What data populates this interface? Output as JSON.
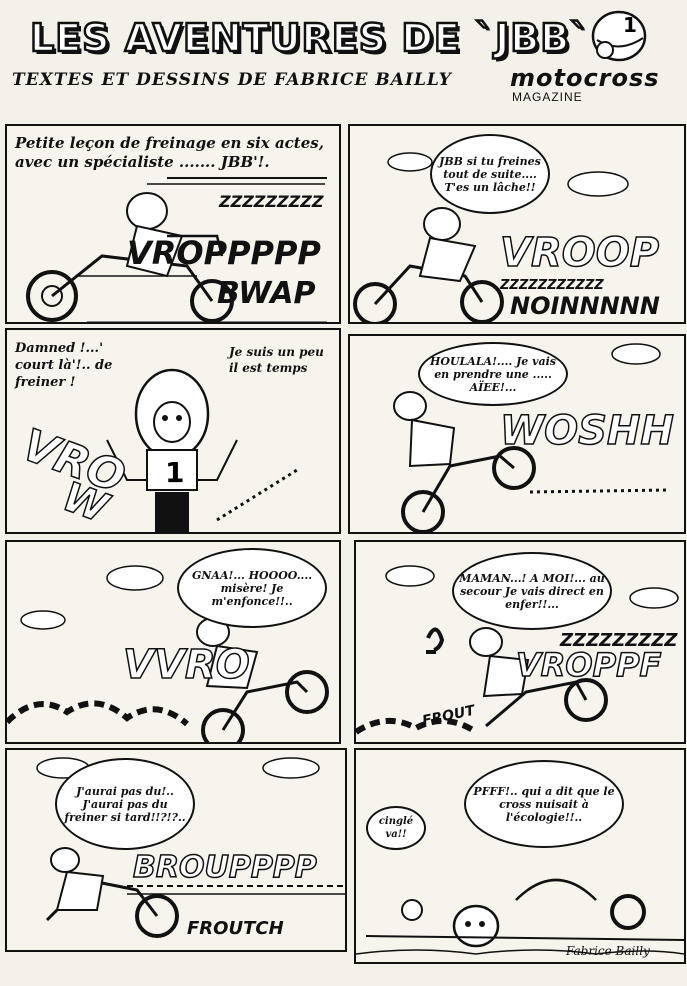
{
  "header": {
    "title": "LES AVENTURES DE `JBB`",
    "credits": "TEXTES ET DESSINS DE FABRICE BAILLY",
    "magazine_name": "motocross",
    "magazine_sub": "MAGAZINE",
    "helmet_number": "1"
  },
  "panels": [
    {
      "caption": "Petite leçon de freinage en six actes, avec un spécialiste ....... JBB'!.",
      "sfx": [
        "ZZZZZZZZZ",
        "VROPPPPP",
        "BWAP"
      ]
    },
    {
      "bubble": "JBB si tu freines tout de suite.... T'es un lâche!!",
      "sfx": [
        "VROOP",
        "ZZZZZZZZZZZ",
        "NOINNNNN"
      ]
    },
    {
      "bubble_left": "Damned !...' court là'!.. de freiner !",
      "bubble_right": "Je suis un peu il est temps",
      "sfx": [
        "VRO",
        "W"
      ],
      "number": "1"
    },
    {
      "bubble": "HOULALA!.... Je vais en prendre une ..... AÏEE!...",
      "sfx": [
        "WOSHH"
      ]
    },
    {
      "bubble": "GNAA!... HOOOO.... misère! Je m'enfonce!!..",
      "sfx": [
        "VVRO"
      ]
    },
    {
      "bubble": "MAMAN...! A MOI!... au secour Je vais direct en enfer!!...",
      "sfx": [
        "ZZZZZZZZZ",
        "VROPPF",
        "FROUT"
      ]
    },
    {
      "bubble": "J'aurai pas du!.. J'aurai pas du freiner si tard!!?!?..",
      "sfx": [
        "BROUPPPP",
        "FROUTCH"
      ]
    },
    {
      "bubble": "PFFF!.. qui a dit que le cross nuisait à l'écologie!!..",
      "bubble_small": "cinglé va!!",
      "signature": "Fabrice Bailly"
    }
  ]
}
